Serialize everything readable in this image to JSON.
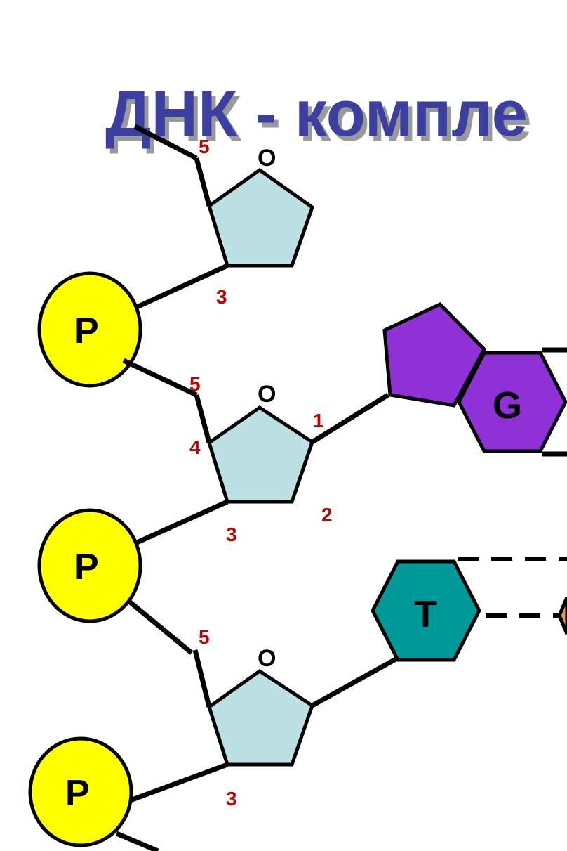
{
  "title": "ДНК - компле",
  "atom_labels": {
    "oxygen": "O",
    "phosphate": "P"
  },
  "bases": {
    "guanine": "G",
    "thymine": "T"
  },
  "carbon_numbers": {
    "c1": "1",
    "c2": "2",
    "c3": "3",
    "c4": "4",
    "c5": "5"
  },
  "colors": {
    "title": "#3a3fa0",
    "sugar": "#bde0e4",
    "phosphate": "#ffff00",
    "guanine": "#9030d8",
    "thymine": "#00999a",
    "carbon_numbers": "#c00000"
  }
}
